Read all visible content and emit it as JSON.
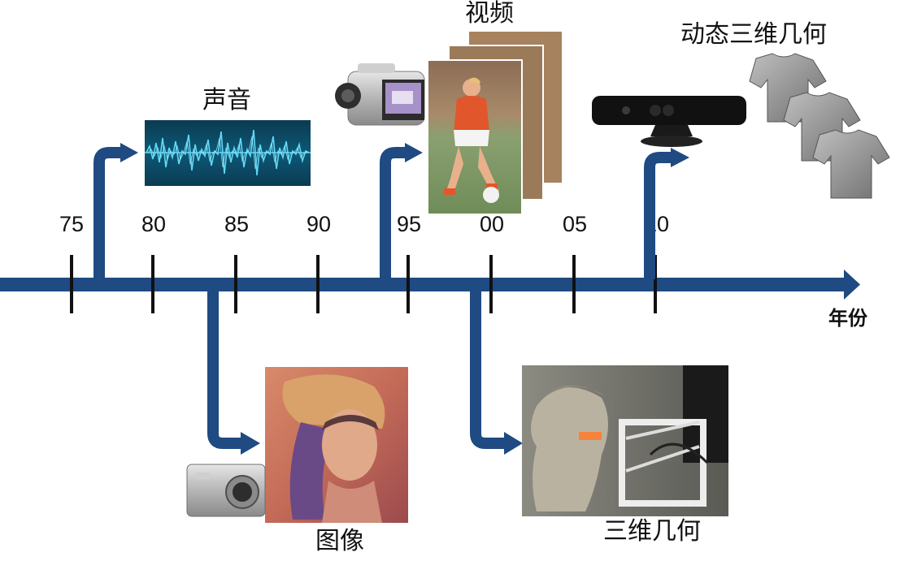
{
  "timeline": {
    "axis_label": "年份",
    "years": [
      "75",
      "80",
      "85",
      "90",
      "95",
      "00",
      "05",
      "10"
    ],
    "axis_color": "#1f4a82"
  },
  "modalities": {
    "sound": "声音",
    "image": "图像",
    "video": "视频",
    "geometry_3d": "三维几何",
    "dynamic_geometry_3d": "动态三维几何"
  },
  "icons": {
    "sound": "audio-waveform-icon",
    "image": "portrait-photo-icon",
    "camera": "digital-camera-icon",
    "camcorder": "camcorder-icon",
    "video": "video-frames-icon",
    "geometry_3d": "3d-scanner-statue-icon",
    "depth_sensor": "depth-sensor-icon",
    "dynamic_mesh": "dynamic-mesh-shirts-icon"
  }
}
